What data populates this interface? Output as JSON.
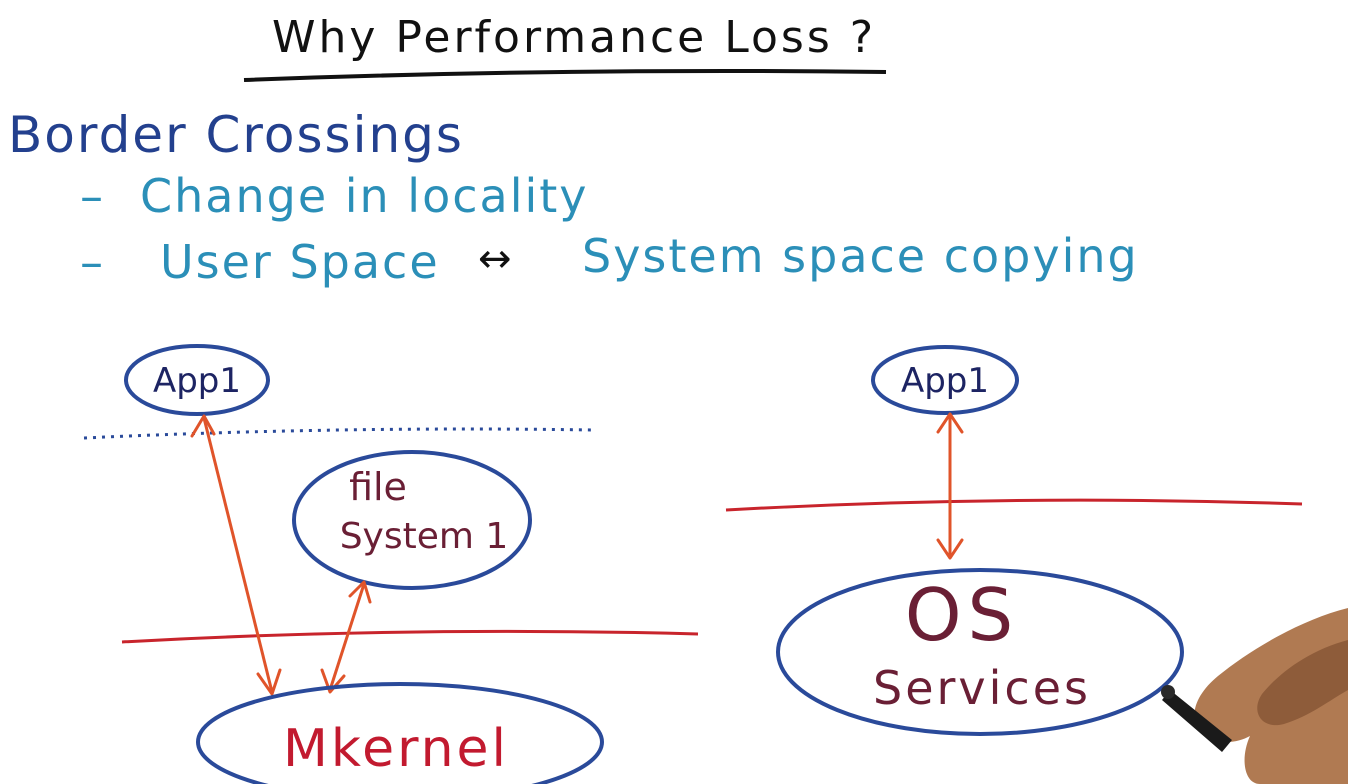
{
  "title": "Why Performance Loss ?",
  "heading": "Border Crossings",
  "bullets": [
    {
      "dash": "–",
      "text": "Change in locality"
    },
    {
      "dash": "–",
      "text": "User Space",
      "arrow": "↔",
      "rest": "System space copying"
    }
  ],
  "left_diagram": {
    "app": "App1",
    "file_system_line1": "file",
    "file_system_line2": "System 1",
    "kernel": "Mkernel"
  },
  "right_diagram": {
    "app": "App1",
    "os_line1": "OS",
    "os_line2": "Services"
  },
  "colors": {
    "title": "#111111",
    "heading": "#23408e",
    "bullets": "#2b8fb8",
    "ellipse": "#2a4a9a",
    "boundary": "#c8242c",
    "arrows": "#e0542a",
    "maroon_text": "#6a1f35",
    "kernel_text": "#c21a2f"
  }
}
